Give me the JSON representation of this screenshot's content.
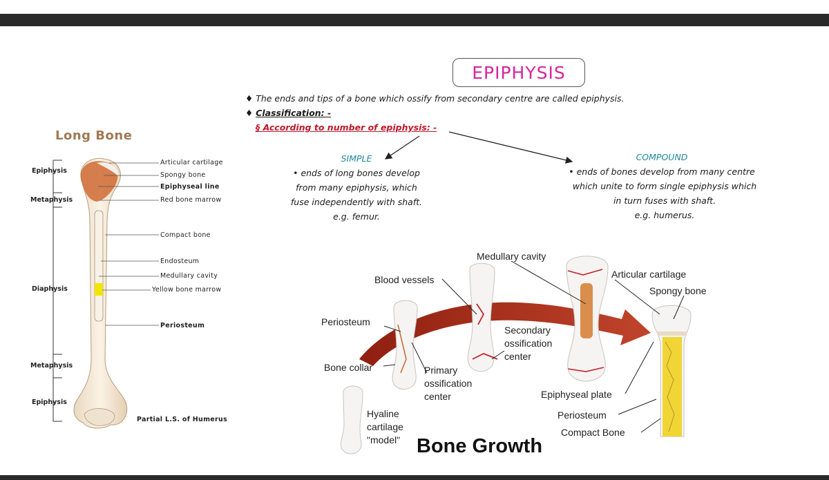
{
  "title": "EPIPHYSIS",
  "bullets": {
    "definition": "The ends and tips of a bone which ossify from secondary centre are called epiphysis.",
    "classification": "Classification: -",
    "according": "§ According to number of epiphysis: -"
  },
  "simple": {
    "heading": "SIMPLE",
    "lines": [
      "• ends of long bones develop",
      "from many epiphysis, which",
      "fuse independently with shaft.",
      "e.g. femur."
    ]
  },
  "compound": {
    "heading": "COMPOUND",
    "lines": [
      "• ends of bones develop from many centre",
      "which unite to form single epiphysis which",
      "in turn fuses with shaft.",
      "e.g. humerus."
    ]
  },
  "long_bone": {
    "title": "Long Bone",
    "labels": [
      "Articular cartilage",
      "Spongy bone",
      "Epiphyseal line",
      "Red bone marrow",
      "Compact bone",
      "Endosteum",
      "Medullary cavity",
      "Yellow bone marrow",
      "Periosteum",
      "Partial L.S. of Humerus"
    ],
    "regions": [
      "Epiphysis",
      "Metaphysis",
      "Diaphysis",
      "Metaphysis",
      "Epiphysis"
    ]
  },
  "bone_growth": {
    "title": "Bone Growth",
    "labels": {
      "medullary_cavity": "Medullary cavity",
      "blood_vessels": "Blood vessels",
      "articular_cartilage": "Articular cartilage",
      "spongy_bone": "Spongy bone",
      "periosteum": "Periosteum",
      "secondary_ossification": [
        "Secondary",
        "ossification",
        "center"
      ],
      "bone_collar": "Bone collar",
      "primary_ossification": [
        "Primary",
        "ossification",
        "center"
      ],
      "epiphyseal_plate": "Epiphyseal plate",
      "periosteum_2": "Periosteum",
      "compact_bone": "Compact Bone",
      "hyaline": [
        "Hyaline",
        "cartilage",
        "\"model\""
      ]
    }
  },
  "colors": {
    "title": "#d6249e",
    "subhead": "#c0182a",
    "teal": "#1f8a9a",
    "bone": "#f3e6d2",
    "marrow_red": "#c8622b",
    "marrow_yellow": "#f2e600",
    "arrow": "#b0301c"
  }
}
